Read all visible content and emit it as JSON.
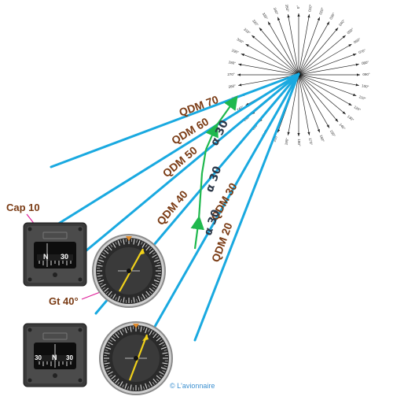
{
  "colors": {
    "radial_line": "#19a9e0",
    "track_arrow": "#1fb84d",
    "label_text": "#7a3b14",
    "callout_line": "#e0229a",
    "credit_text": "#3a8fd0"
  },
  "compass_rose": {
    "labels": [
      "0°",
      "010°",
      "020°",
      "030°",
      "040°",
      "050°",
      "060°",
      "070°",
      "080°",
      "090°",
      "100°",
      "110°",
      "120°",
      "130°",
      "140°",
      "150°",
      "160°",
      "170°",
      "180°",
      "190°",
      "200°",
      "210°",
      "220°",
      "230°",
      "240°",
      "250°",
      "260°",
      "270°",
      "280°",
      "290°",
      "300°",
      "310°",
      "320°",
      "330°",
      "340°",
      "350°"
    ]
  },
  "radials": [
    {
      "label": "QDM 70"
    },
    {
      "label": "QDM 60"
    },
    {
      "label": "QDM 50"
    },
    {
      "label": "QDM 40"
    },
    {
      "label": "QDM 30"
    },
    {
      "label": "QDM 20"
    }
  ],
  "intercept_labels": [
    "α 30",
    "α 30",
    "α 30"
  ],
  "callouts": {
    "heading": "Cap 10",
    "bearing": "Gt 40°"
  },
  "instruments": {
    "compass_top_left": "N",
    "compass_top_right": "30",
    "compass_bottom_left": "30",
    "compass_bottom_mid": "N",
    "compass_bottom_right": "30"
  },
  "credit": "© L'avionnaire"
}
